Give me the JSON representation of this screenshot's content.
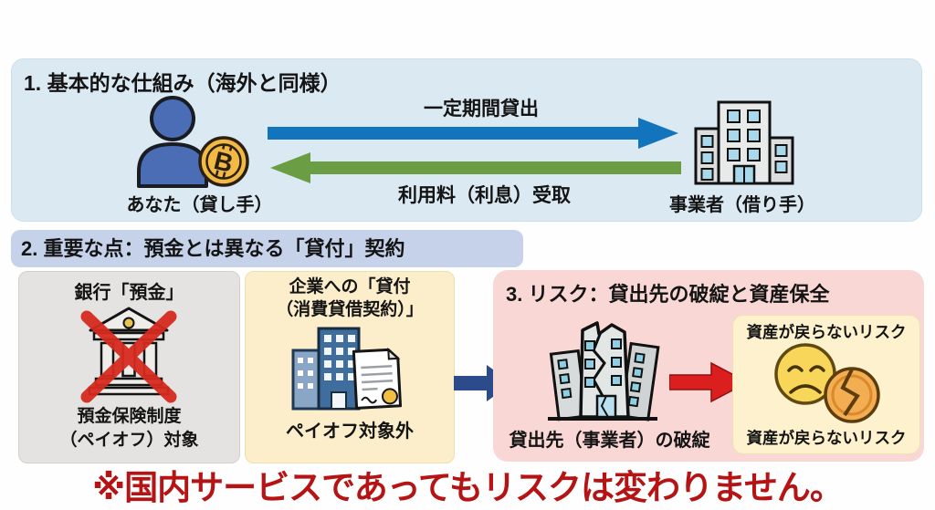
{
  "section1": {
    "title": "1. 基本的な仕組み（海外と同様）",
    "lender_label": "あなた（貸し手）",
    "borrower_label": "事業者（借り手）",
    "arrow_right_label": "一定期間貸出",
    "arrow_left_label": "利用料（利息）受取",
    "icons": {
      "lender": "person-with-bitcoin-icon",
      "borrower": "office-building-icon",
      "lend_arrow": "blue-right-arrow",
      "interest_arrow": "green-left-arrow"
    },
    "colors": {
      "panel_bg": "#dbe9f3",
      "lend_arrow": "#1274bc",
      "interest_arrow": "#6b9d45",
      "person": "#4b6db5",
      "bitcoin_coin": "#f2b945"
    }
  },
  "section2": {
    "title": "2. 重要な点：預金とは異なる「貸付」契約",
    "deposit_box": {
      "title": "銀行「預金」",
      "caption_line1": "預金保険制度",
      "caption_line2": "（ペイオフ）対象",
      "icon": "bank-crossed-out-icon"
    },
    "loan_box": {
      "title_line1": "企業への「貸付",
      "title_line2": "（消費貸借契約）」",
      "caption": "ペイオフ対象外",
      "icon": "corporate-building-contract-icon"
    },
    "colors": {
      "header_bg": "#c5d2ea",
      "deposit_box_bg": "#e5e3e1",
      "loan_box_bg": "#fceecb",
      "cross_mark": "#d62a1f",
      "connector_arrow": "#2b4b8b"
    }
  },
  "section3": {
    "title": "3. リスク：貸出先の破綻と資産保全",
    "bankruptcy_label": "貸出先（事業者）の破綻",
    "risk_box": {
      "top_label": "資産が戻らないリスク",
      "bottom_label": "資産が戻らないリスク",
      "icon": "sad-face-broken-coin-icon"
    },
    "icons": {
      "bankruptcy": "collapsed-buildings-icon",
      "arrow": "red-right-arrow"
    },
    "colors": {
      "panel_bg": "#f8d7d4",
      "risk_box_bg": "#fdf1ce",
      "arrow": "#da1f1e"
    }
  },
  "footer": {
    "note": "※国内サービスであってもリスクは変わりません。",
    "color": "#b51314"
  }
}
